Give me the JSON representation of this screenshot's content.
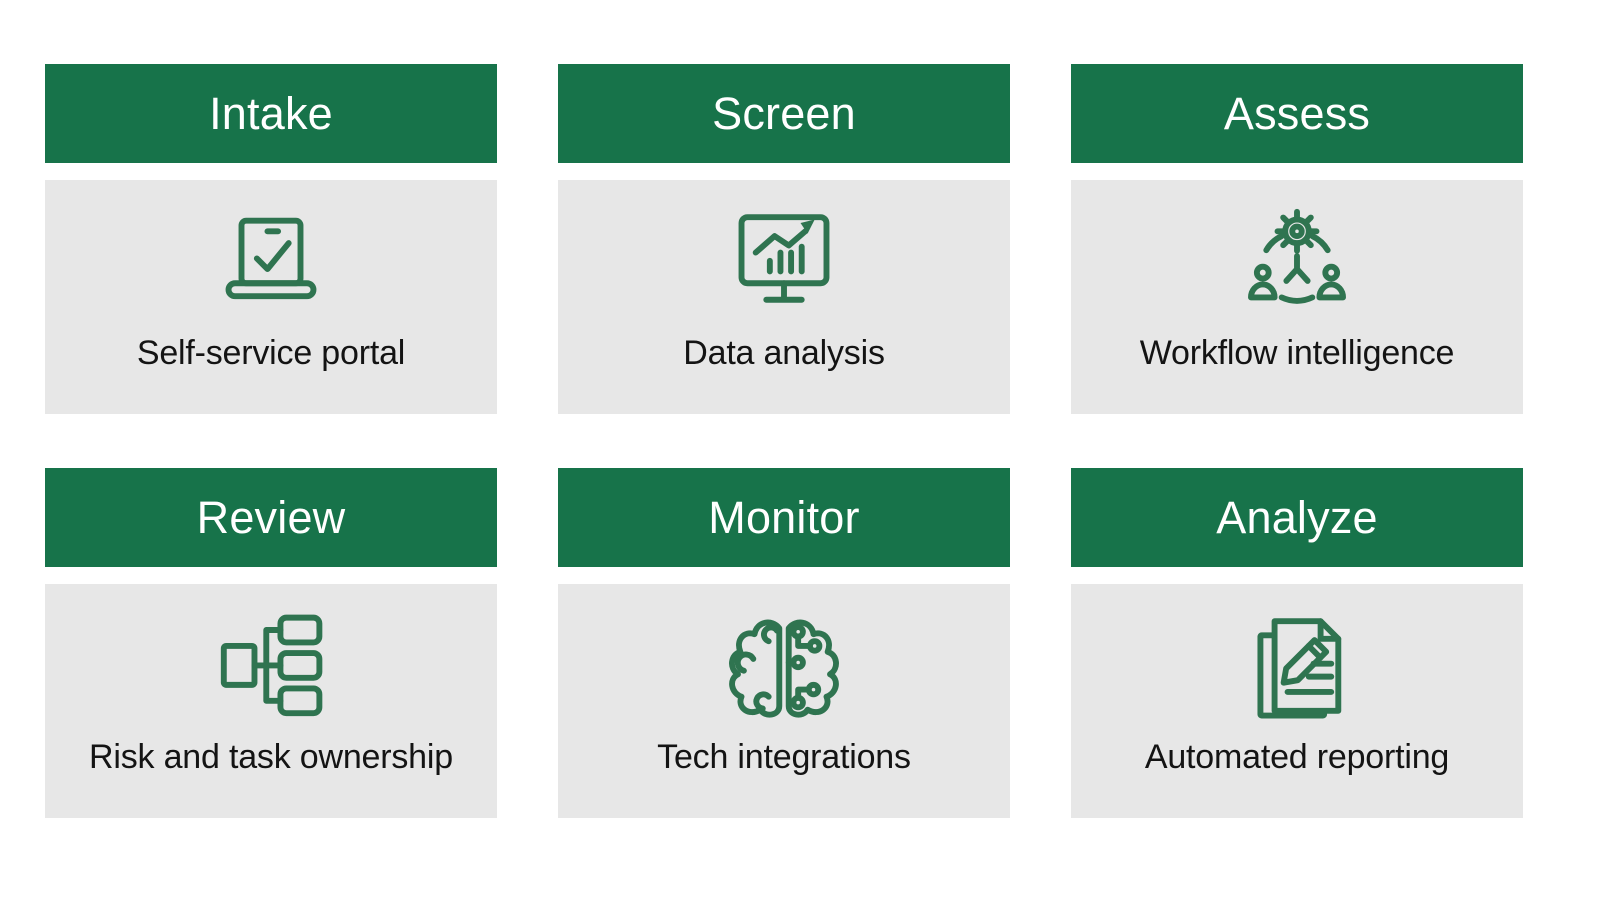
{
  "colors": {
    "header_green": "#17734A",
    "icon_green": "#2F7450",
    "body_gray": "#E7E7E7",
    "header_text": "#FFFFFF",
    "label_text": "#141414",
    "background": "#FFFFFF"
  },
  "cards": [
    {
      "title": "Intake",
      "label": "Self-service portal",
      "icon": "laptop-check-icon"
    },
    {
      "title": "Screen",
      "label": "Data analysis",
      "icon": "monitor-chart-icon"
    },
    {
      "title": "Assess",
      "label": "Workflow intelligence",
      "icon": "gear-people-network-icon"
    },
    {
      "title": "Review",
      "label": "Risk and task ownership",
      "icon": "flowchart-icon"
    },
    {
      "title": "Monitor",
      "label": "Tech integrations",
      "icon": "ai-brain-icon"
    },
    {
      "title": "Analyze",
      "label": "Automated reporting",
      "icon": "document-pencil-icon"
    }
  ]
}
